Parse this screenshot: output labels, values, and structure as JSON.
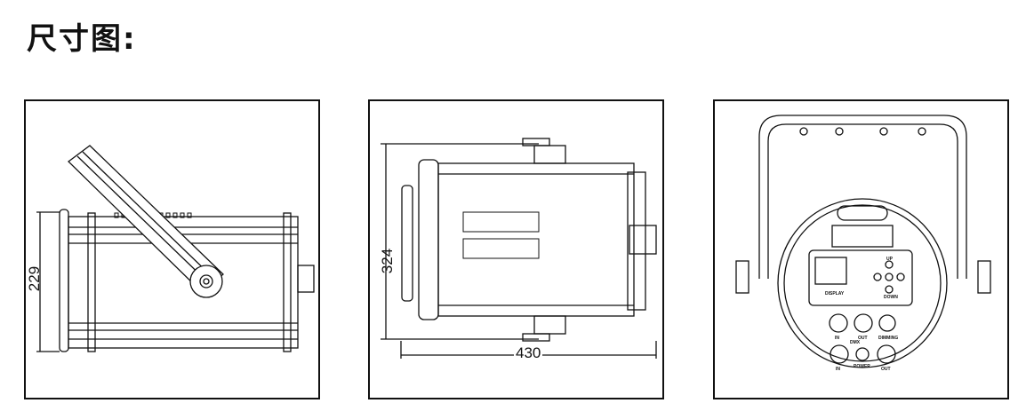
{
  "title": "尺寸图:",
  "views": {
    "side": {
      "height_dim": "229"
    },
    "top": {
      "height_dim": "324",
      "length_dim": "430"
    },
    "rear": {
      "labels": {
        "display": "DISPLAY",
        "up": "UP",
        "down": "DOWN",
        "dmx_in": "IN",
        "dmx": "DMX",
        "dmx_out": "OUT",
        "dimming": "DIMMING",
        "power_in": "IN",
        "power": "POWER",
        "power_out": "OUT"
      }
    }
  }
}
